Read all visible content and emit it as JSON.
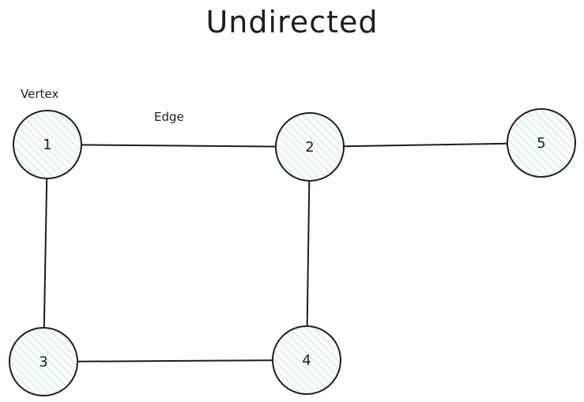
{
  "title": "Undirected",
  "labels": {
    "vertex": "Vertex",
    "edge": "Edge"
  },
  "colors": {
    "stroke": "#1e1e1e",
    "node_fill": "#b2f2bb",
    "background": "#ffffff"
  },
  "graph": {
    "nodes": [
      {
        "id": "1",
        "label": "1"
      },
      {
        "id": "2",
        "label": "2"
      },
      {
        "id": "3",
        "label": "3"
      },
      {
        "id": "4",
        "label": "4"
      },
      {
        "id": "5",
        "label": "5"
      }
    ],
    "edges": [
      {
        "from": "1",
        "to": "2"
      },
      {
        "from": "2",
        "to": "5"
      },
      {
        "from": "1",
        "to": "3"
      },
      {
        "from": "2",
        "to": "4"
      },
      {
        "from": "3",
        "to": "4"
      }
    ]
  }
}
